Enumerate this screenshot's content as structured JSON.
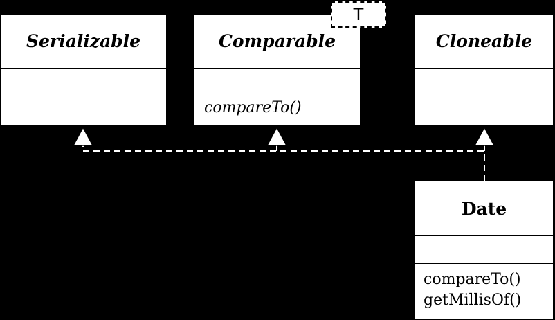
{
  "classes": {
    "serializable": {
      "name": "Serializable",
      "operations": []
    },
    "comparable": {
      "name": "Comparable",
      "type_parameter": "T",
      "operations": [
        "compareTo()"
      ]
    },
    "cloneable": {
      "name": "Cloneable",
      "operations": []
    },
    "date": {
      "name": "Date",
      "operations": [
        "compareTo()",
        "getMillisOf()"
      ]
    }
  },
  "relationships": [
    {
      "from": "date",
      "to": "serializable",
      "kind": "realization"
    },
    {
      "from": "date",
      "to": "comparable",
      "kind": "realization"
    },
    {
      "from": "date",
      "to": "cloneable",
      "kind": "realization"
    }
  ],
  "colors": {
    "background": "#000000",
    "box_fill": "#ffffff",
    "line": "#ffffff"
  }
}
